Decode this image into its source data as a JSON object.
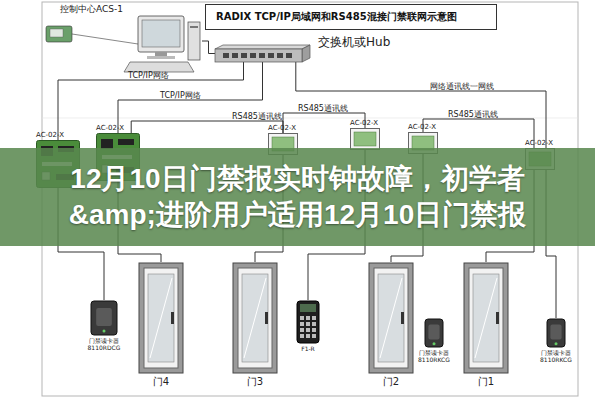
{
  "diagram": {
    "title": "RADIX TCP/IP局域网和RS485混接门禁联网示意图",
    "nodes": [
      {
        "text": [
          "控制中心ACS-1"
        ]
      },
      {
        "text": [
          "交换机或Hub"
        ]
      },
      {
        "text": [
          "AC-02-X"
        ]
      },
      {
        "text": [
          "AC-02-X"
        ]
      },
      {
        "text": [
          "AC-02-X"
        ]
      },
      {
        "text": [
          "AC-02-X"
        ]
      },
      {
        "text": [
          "AC-02-X"
        ]
      },
      {
        "text": [
          "AC-02-X"
        ]
      },
      {
        "text": [
          "12月10日门禁报实时钟故障，初学者 &amp;进阶用户适用12月10日门禁报"
        ]
      },
      {
        "text": [
          "门禁读卡器 8110RDCG"
        ]
      },
      {
        "text": [
          "门4"
        ]
      },
      {
        "text": [
          "门3"
        ]
      },
      {
        "text": [
          "F1-R"
        ]
      },
      {
        "text": [
          "门2"
        ]
      },
      {
        "text": [
          "门禁读卡器 8110RKCG"
        ]
      },
      {
        "text": [
          "门1"
        ]
      },
      {
        "text": [
          "门禁读卡器 8110RKCG"
        ]
      }
    ],
    "edges": [
      {
        "from": 0,
        "to": 1,
        "arrow": "none"
      },
      {
        "from": 1,
        "to": 2,
        "label": "TCP/IP网络",
        "arrow": "none"
      },
      {
        "from": 1,
        "to": 3,
        "label": "TCP/IP网络",
        "arrow": "none"
      },
      {
        "from": 1,
        "to": 7,
        "label": "网络通讯线一网线",
        "arrow": "none"
      },
      {
        "from": 3,
        "to": 4,
        "label": "RS485通讯线",
        "arrow": "none"
      },
      {
        "from": 4,
        "to": 5,
        "label": "RS485通讯线",
        "arrow": "none"
      },
      {
        "from": 6,
        "to": 7,
        "label": "RS485通讯线",
        "arrow": "none"
      },
      {
        "from": 2,
        "to": 9,
        "arrow": "none"
      },
      {
        "from": 3,
        "to": 10,
        "arrow": "none"
      },
      {
        "from": 4,
        "to": 11,
        "arrow": "none"
      },
      {
        "from": 5,
        "to": 12,
        "arrow": "none"
      },
      {
        "from": 6,
        "to": 13,
        "arrow": "none"
      },
      {
        "from": 7,
        "to": 15,
        "arrow": "none"
      },
      {
        "from": 7,
        "to": 16,
        "arrow": "none"
      }
    ]
  }
}
